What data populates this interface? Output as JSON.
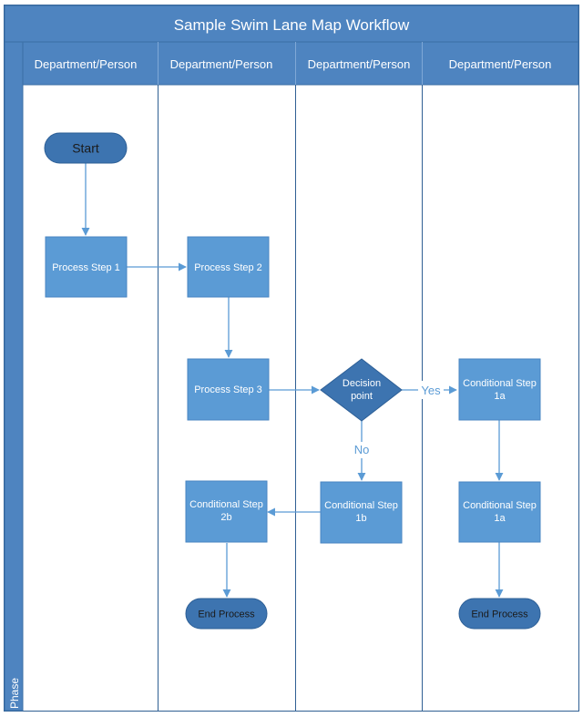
{
  "title": "Sample Swim Lane Map Workflow",
  "phase_label": "Phase",
  "lanes": [
    {
      "label": "Department/Person"
    },
    {
      "label": "Department/Person"
    },
    {
      "label": "Department/Person"
    },
    {
      "label": "Department/Person"
    }
  ],
  "nodes": {
    "start": {
      "lines": [
        "Start"
      ]
    },
    "process_step_1": {
      "lines": [
        "Process Step 1"
      ]
    },
    "process_step_2": {
      "lines": [
        "Process Step 2"
      ]
    },
    "process_step_3": {
      "lines": [
        "Process Step 3"
      ]
    },
    "decision": {
      "lines": [
        "Decision",
        "point"
      ]
    },
    "conditional_1a_top": {
      "lines": [
        "Conditional Step",
        "1a"
      ]
    },
    "conditional_1a_bottom": {
      "lines": [
        "Conditional Step",
        "1a"
      ]
    },
    "conditional_1b": {
      "lines": [
        "Conditional Step",
        "1b"
      ]
    },
    "conditional_2b": {
      "lines": [
        "Conditional Step",
        "2b"
      ]
    },
    "end_left": {
      "lines": [
        "End Process"
      ]
    },
    "end_right": {
      "lines": [
        "End Process"
      ]
    }
  },
  "edge_labels": {
    "yes": "Yes",
    "no": "No"
  },
  "colors": {
    "header_fill": "#4e84c0",
    "header_border": "#3a6ea5",
    "header_text": "#ffffff",
    "lane_border": "#2f5f93",
    "node_fill": "#5b9bd5",
    "node_border": "#4a86c2",
    "terminal_fill": "#3d74b0",
    "terminal_border": "#2d5f96",
    "node_text": "#ffffff",
    "terminal_text": "#1b1b1b",
    "connector": "#5b9bd5",
    "edge_label_text": "#5b9bd5"
  }
}
